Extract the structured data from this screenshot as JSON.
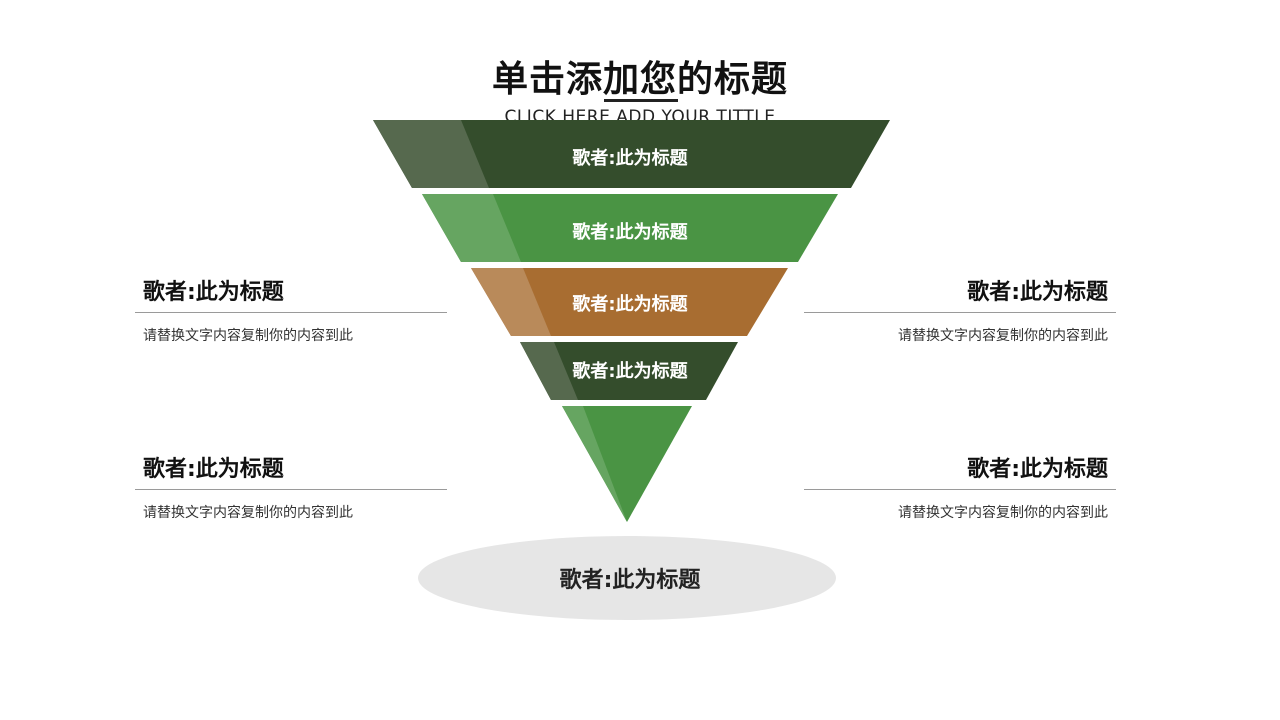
{
  "header": {
    "title": "单击添加您的标题",
    "subtitle": "CLICK HERE ADD YOUR TITTLE"
  },
  "pyramid": {
    "layers": [
      {
        "label": "歌者:此为标题",
        "color": "#344d2c",
        "highlight": "#56694e"
      },
      {
        "label": "歌者:此为标题",
        "color": "#4a9444",
        "highlight": "#66a561"
      },
      {
        "label": "歌者:此为标题",
        "color": "#a86d31",
        "highlight": "#b98a5a"
      },
      {
        "label": "歌者:此为标题",
        "color": "#344d2c",
        "highlight": "#56694e"
      },
      {
        "label": "",
        "color": "#4a9444",
        "highlight": "#66a561"
      }
    ],
    "base": {
      "label": "歌者:此为标题",
      "color": "#e6e6e6"
    }
  },
  "side_items": [
    {
      "title": "歌者:此为标题",
      "desc": "请替换文字内容复制你的内容到此"
    },
    {
      "title": "歌者:此为标题",
      "desc": "请替换文字内容复制你的内容到此"
    },
    {
      "title": "歌者:此为标题",
      "desc": "请替换文字内容复制你的内容到此"
    },
    {
      "title": "歌者:此为标题",
      "desc": "请替换文字内容复制你的内容到此"
    }
  ]
}
